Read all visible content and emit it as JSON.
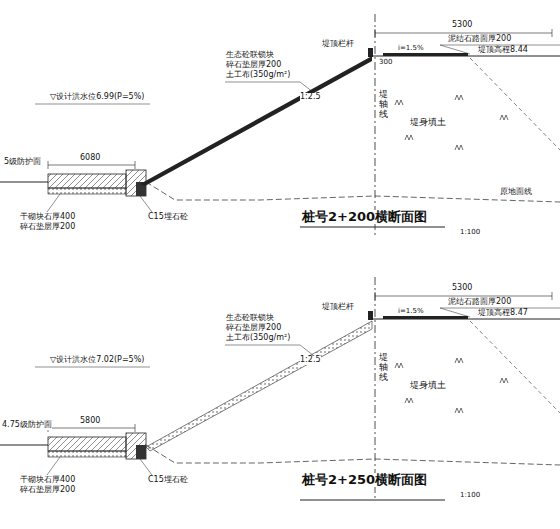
{
  "diagram": {
    "labels": [
      "5300",
      "堤顶栏杆",
      "泥结石路面厚200",
      "i=1.5%",
      "堤顶高程8.44",
      "生态砼联锁块",
      "碎石垫层厚200",
      "土工布(350g/m²)",
      "▽设计洪水位6.99(P=5%)",
      "1:2.5",
      "300",
      "堤轴线",
      "堤身填土",
      "5级防护面",
      "6080",
      "干砌块石厚400",
      "碎石垫层厚200",
      "C15埋石砼",
      "原地面线",
      "桩号2+200横断面图",
      "1:100",
      "5300",
      "堤顶栏杆",
      "泥结石路面厚200",
      "i=1.5%",
      "堤顶高程8.47",
      "生态砼联锁块",
      "碎石垫层厚200",
      "土工布(350g/m²)",
      "▽设计洪水位7.02(P=5%)",
      "1:2.5",
      "堤轴线",
      "堤身填土",
      "4.75级防护面",
      "5800",
      "干砌块石厚400",
      "碎石垫层厚200",
      "C15埋石砼",
      "桩号2+250横断面图",
      "1:100"
    ]
  }
}
